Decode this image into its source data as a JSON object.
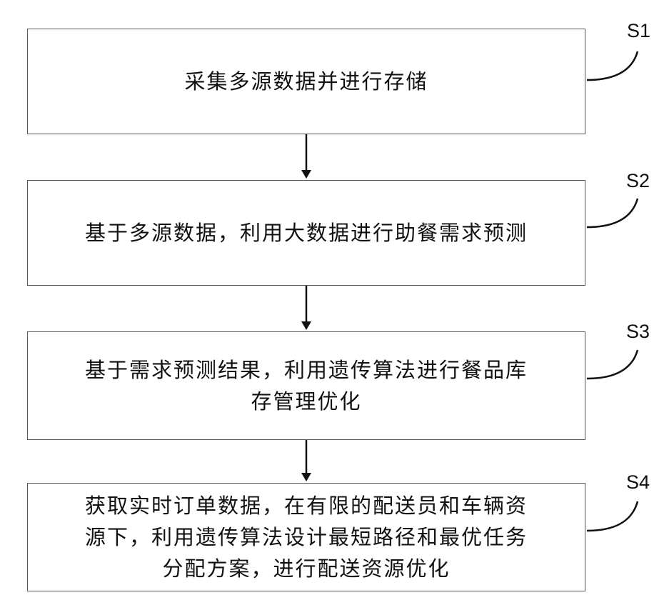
{
  "steps": [
    {
      "label": "S1",
      "text": "采集多源数据并进行存储"
    },
    {
      "label": "S2",
      "text": "基于多源数据，利用大数据进行助餐需求预测"
    },
    {
      "label": "S3",
      "text": "基于需求预测结果，利用遗传算法进行餐品库\n存管理优化"
    },
    {
      "label": "S4",
      "text": "获取实时订单数据，在有限的配送员和车辆资\n源下，利用遗传算法设计最短路径和最优任务\n分配方案，进行配送资源优化"
    }
  ],
  "colors": {
    "box_border": "#555555",
    "text": "#111111",
    "arrow": "#111111",
    "background": "#ffffff"
  }
}
